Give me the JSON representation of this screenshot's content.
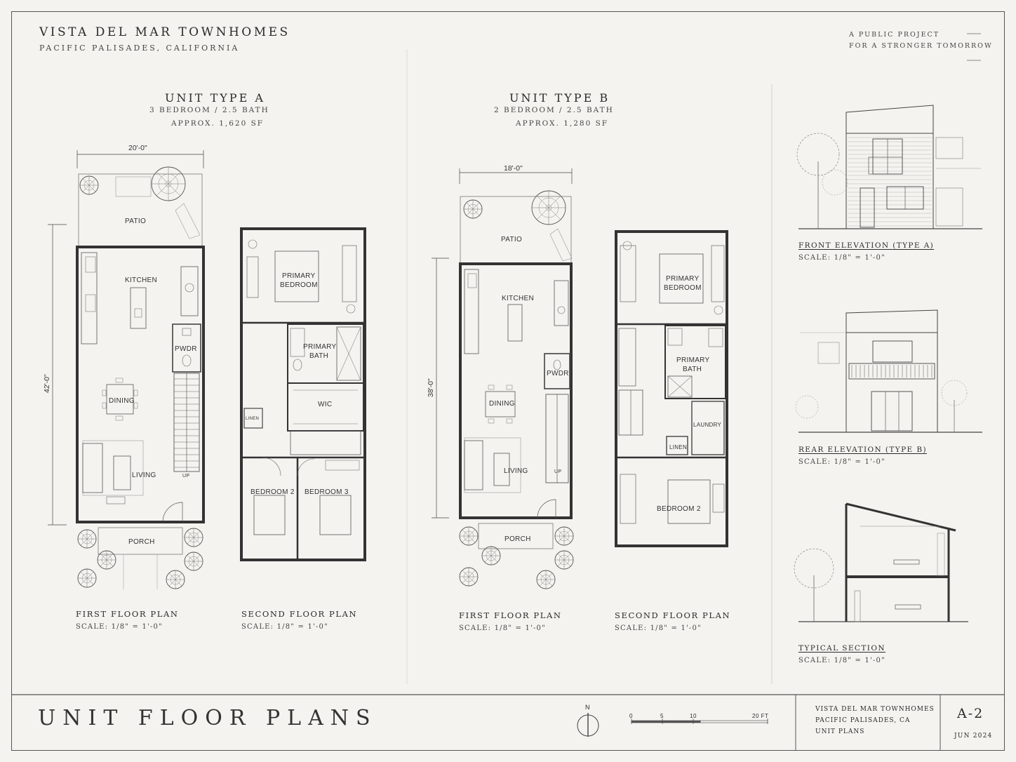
{
  "header": {
    "project": "VISTA DEL MAR TOWNHOMES",
    "location": "PACIFIC PALISADES, CALIFORNIA",
    "tagline_1": "A PUBLIC PROJECT",
    "tagline_2": "FOR A STRONGER TOMORROW"
  },
  "unit_a": {
    "title": "UNIT TYPE A",
    "beds_baths": "3 BEDROOM / 2.5 BATH",
    "area": "APPROX. 1,620 SF",
    "width_dim": "20'-0\"",
    "depth_dim": "42'-0\"",
    "first_floor": {
      "caption": "FIRST FLOOR PLAN",
      "scale": "SCALE: 1/8\" = 1'-0\"",
      "rooms": {
        "patio": "PATIO",
        "kitchen": "KITCHEN",
        "pwdr": "PWDR",
        "dining": "DINING",
        "living": "LIVING",
        "porch": "PORCH",
        "up": "UP"
      }
    },
    "second_floor": {
      "caption": "SECOND FLOOR PLAN",
      "scale": "SCALE: 1/8\" = 1'-0\"",
      "rooms": {
        "primary_bedroom_1": "PRIMARY",
        "primary_bedroom_2": "BEDROOM",
        "primary_bath_1": "PRIMARY",
        "primary_bath_2": "BATH",
        "wic": "WIC",
        "bedroom2": "BEDROOM 2",
        "bedroom3": "BEDROOM 3",
        "linen": "LINEN"
      }
    }
  },
  "unit_b": {
    "title": "UNIT TYPE B",
    "beds_baths": "2 BEDROOM / 2.5 BATH",
    "area": "APPROX. 1,280 SF",
    "width_dim": "18'-0\"",
    "depth_dim": "38'-0\"",
    "first_floor": {
      "caption": "FIRST FLOOR PLAN",
      "scale": "SCALE: 1/8\" = 1'-0\"",
      "rooms": {
        "patio": "PATIO",
        "kitchen": "KITCHEN",
        "pwdr": "PWDR",
        "dining": "DINING",
        "living": "LIVING",
        "porch": "PORCH",
        "up": "UP"
      }
    },
    "second_floor": {
      "caption": "SECOND FLOOR PLAN",
      "scale": "SCALE: 1/8\" = 1'-0\"",
      "rooms": {
        "primary_bedroom_1": "PRIMARY",
        "primary_bedroom_2": "BEDROOM",
        "primary_bath_1": "PRIMARY",
        "primary_bath_2": "BATH",
        "laundry": "LAUNDRY",
        "linen": "LINEN",
        "bedroom2": "BEDROOM 2"
      }
    }
  },
  "elevations": {
    "front": {
      "caption": "FRONT ELEVATION (TYPE A)",
      "scale": "SCALE: 1/8\" = 1'-0\""
    },
    "rear": {
      "caption": "REAR ELEVATION (TYPE B)",
      "scale": "SCALE: 1/8\" = 1'-0\""
    },
    "section": {
      "caption": "TYPICAL SECTION",
      "scale": "SCALE: 1/8\" = 1'-0\""
    }
  },
  "title_block": {
    "sheet_title": "UNIT FLOOR PLANS",
    "north": "N",
    "scale_bar": [
      "0",
      "5",
      "10",
      "20 FT"
    ],
    "project_line_1": "VISTA DEL MAR TOWNHOMES",
    "project_line_2": "PACIFIC PALISADES, CA",
    "project_line_3": "UNIT PLANS",
    "sheet_number": "A-2",
    "date": "JUN 2024"
  },
  "colors": {
    "paper": "#f4f3ef",
    "ink": "#2a2a2a",
    "wall": "#3a3a3a"
  }
}
